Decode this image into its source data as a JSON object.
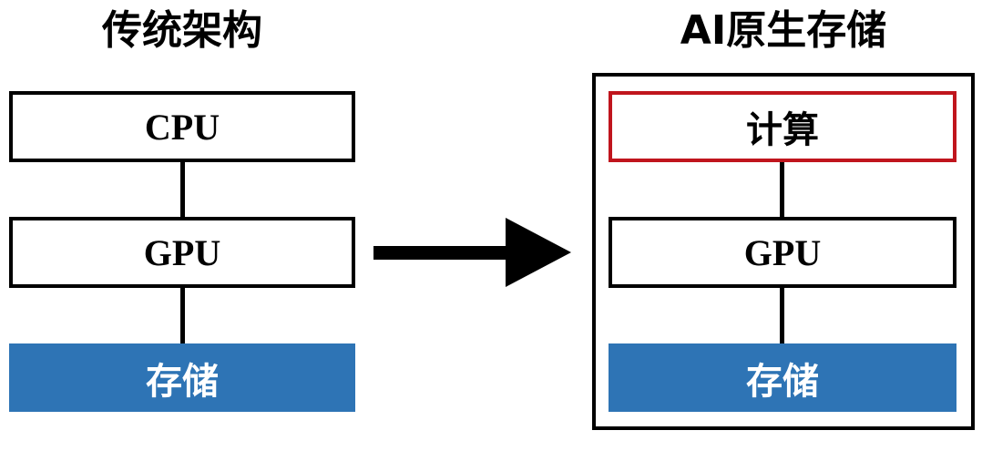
{
  "left": {
    "title": "传统架构",
    "boxes": [
      {
        "label": "CPU",
        "style": "outlined"
      },
      {
        "label": "GPU",
        "style": "outlined"
      },
      {
        "label": "存储",
        "style": "filled"
      }
    ]
  },
  "right": {
    "title": "AI原生存储",
    "boxes": [
      {
        "label": "计算",
        "style": "outlined-red"
      },
      {
        "label": "GPU",
        "style": "outlined"
      },
      {
        "label": "存储",
        "style": "filled"
      }
    ]
  },
  "colors": {
    "storage_fill": "#2e74b5",
    "highlight_border": "#c0151d",
    "line": "#000000"
  }
}
